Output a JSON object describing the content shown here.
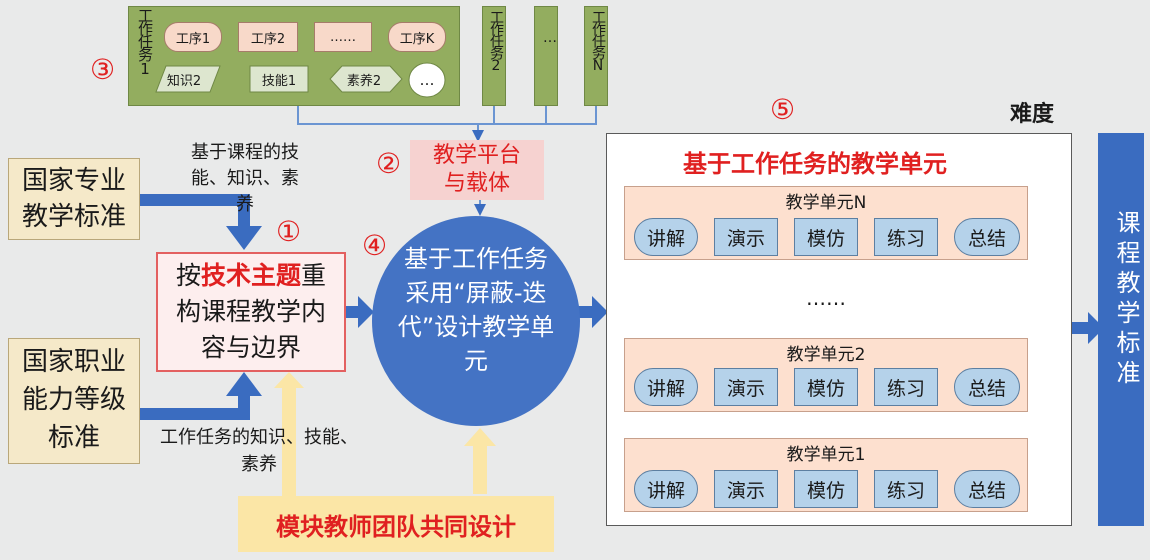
{
  "task1": {
    "title": "工作任务1",
    "steps": [
      "工序1",
      "工序2",
      "……",
      "工序K"
    ],
    "items": [
      "知识2",
      "技能1",
      "素养2",
      "…"
    ]
  },
  "task2": {
    "title": "工作任务2"
  },
  "task_dots": "…",
  "taskN": {
    "title": "工作任务N"
  },
  "platform": {
    "num": "②",
    "text": "教学平台与载体"
  },
  "num3": "③",
  "num1": "①",
  "num4": "④",
  "num5": "⑤",
  "nat_prof": "国家专业教学标准",
  "nat_voc": "国家职业能力等级标准",
  "label_top": "基于课程的技能、知识、素养",
  "label_bottom": "工作任务的知识、技能、素养",
  "center_box": {
    "prefix": "按",
    "highlight": "技术主题",
    "rest": "重构课程教学内容与边界"
  },
  "circle_text": "基于工作任务采用“屏蔽-迭代”设计教学单元",
  "team": "模块教师团队共同设计",
  "units_title": "基于工作任务的教学单元",
  "units": [
    {
      "name": "教学单元N",
      "steps": [
        "讲解",
        "演示",
        "模仿",
        "练习",
        "总结"
      ]
    },
    {
      "name": "教学单元2",
      "steps": [
        "讲解",
        "演示",
        "模仿",
        "练习",
        "总结"
      ]
    },
    {
      "name": "教学单元1",
      "steps": [
        "讲解",
        "演示",
        "模仿",
        "练习",
        "总结"
      ]
    }
  ],
  "units_ellipsis": "……",
  "difficulty": "难度",
  "course_std": "课程教学标准",
  "colors": {
    "accent_blue": "#3a6cc0",
    "red": "#e02020",
    "green": "#93ad5f",
    "khaki": "#f5e9c9"
  }
}
